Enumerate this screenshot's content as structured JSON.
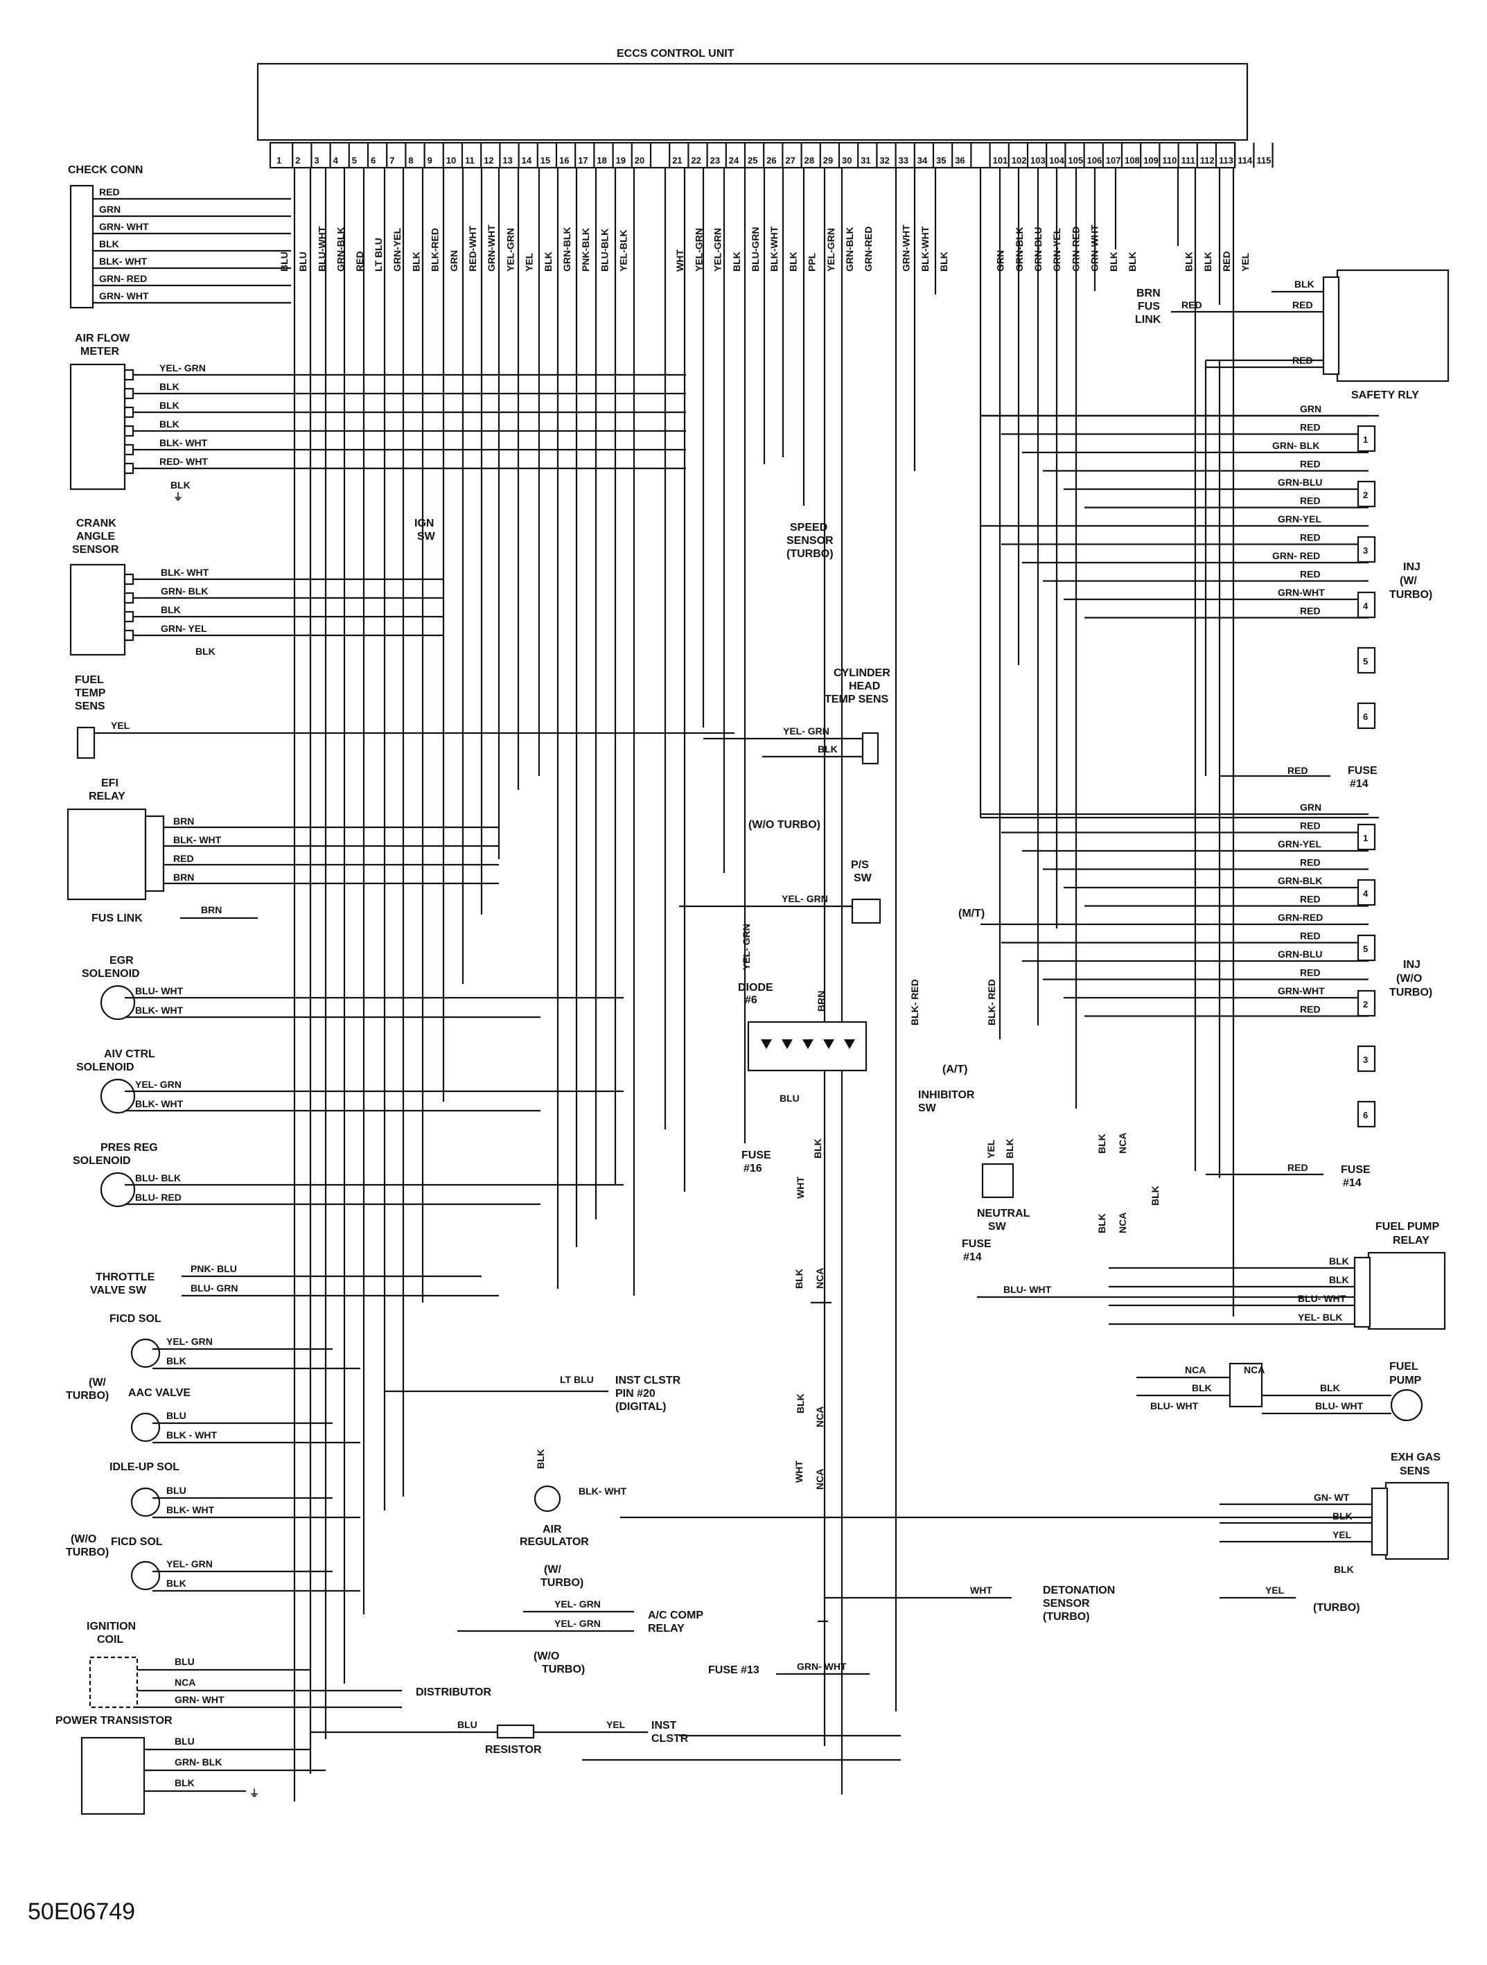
{
  "ecu": {
    "title": "ECCS CONTROL UNIT",
    "pins": [
      "1",
      "2",
      "3",
      "4",
      "5",
      "6",
      "7",
      "8",
      "9",
      "10",
      "11",
      "12",
      "13",
      "14",
      "15",
      "16",
      "17",
      "18",
      "19",
      "20",
      "",
      "21",
      "22",
      "23",
      "24",
      "25",
      "26",
      "27",
      "28",
      "29",
      "30",
      "31",
      "32",
      "33",
      "34",
      "35",
      "36",
      "",
      "101",
      "102",
      "103",
      "104",
      "105",
      "106",
      "107",
      "108",
      "109",
      "110",
      "111",
      "112",
      "113",
      "114",
      "115"
    ],
    "wires": [
      "BLU",
      "BLU",
      "BLU-WHT",
      "GRN-BLK",
      "RED",
      "LT BLU",
      "GRN-YEL",
      "BLK",
      "BLK-RED",
      "GRN",
      "RED-WHT",
      "GRN-WHT",
      "YEL-GRN",
      "YEL",
      "BLK",
      "GRN-BLK",
      "PNK-BLK",
      "BLU-BLK",
      "YEL-BLK",
      "",
      "",
      "WHT",
      "YEL-GRN",
      "YEL-GRN",
      "BLK",
      "BLU-GRN",
      "BLK-WHT",
      "BLK",
      "PPL",
      "YEL-GRN",
      "GRN-BLK",
      "GRN-RED",
      "",
      "GRN-WHT",
      "BLK-WHT",
      "BLK",
      "",
      "",
      "GRN",
      "GRN-BLK",
      "GRN-BLU",
      "GRN-YEL",
      "GRN-RED",
      "GRN-WHT",
      "BLK",
      "BLK",
      "",
      "",
      "BLK",
      "BLK",
      "RED",
      "YEL",
      ""
    ]
  },
  "left": {
    "check_conn": {
      "title": "CHECK CONN",
      "wires": [
        "RED",
        "GRN",
        "GRN- WHT",
        "BLK",
        "BLK- WHT",
        "GRN- RED",
        "GRN- WHT"
      ]
    },
    "air_flow": {
      "title1": "AIR FLOW",
      "title2": "METER",
      "wires": [
        "YEL- GRN",
        "BLK",
        "BLK",
        "BLK",
        "BLK- WHT",
        "RED- WHT",
        "BLK"
      ]
    },
    "crank": {
      "title1": "CRANK",
      "title2": "ANGLE",
      "title3": "SENSOR",
      "wires": [
        "BLK- WHT",
        "GRN- BLK",
        "BLK",
        "GRN- YEL",
        "BLK"
      ]
    },
    "fuel_temp": {
      "title1": "FUEL",
      "title2": "TEMP",
      "title3": "SENS",
      "wire": "YEL"
    },
    "efi_relay": {
      "title1": "EFI",
      "title2": "RELAY",
      "wires": [
        "BRN",
        "BLK- WHT",
        "RED",
        "BRN"
      ],
      "fus_link": "FUS LINK",
      "fus_wire": "BRN"
    },
    "egr": {
      "title1": "EGR",
      "title2": "SOLENOID",
      "wires": [
        "BLU- WHT",
        "BLK- WHT"
      ]
    },
    "aiv": {
      "title1": "AIV CTRL",
      "title2": "SOLENOID",
      "wires": [
        "YEL- GRN",
        "BLK- WHT"
      ]
    },
    "pres_reg": {
      "title1": "PRES REG",
      "title2": "SOLENOID",
      "wires": [
        "BLU- BLK",
        "BLU- RED"
      ]
    },
    "throttle": {
      "title1": "THROTTLE",
      "title2": "VALVE SW",
      "wires": [
        "PNK- BLU",
        "BLU- GRN"
      ]
    },
    "ficd_sol": {
      "title": "FICD SOL",
      "wires": [
        "YEL- GRN",
        "BLK"
      ]
    },
    "turbo_tag": {
      "l1": "(W/",
      "l2": "TURBO)"
    },
    "aac": {
      "title": "AAC VALVE",
      "wires": [
        "BLU",
        "BLK - WHT"
      ]
    },
    "idle_up": {
      "title": "IDLE-UP SOL",
      "wires": [
        "BLU",
        "BLK- WHT"
      ]
    },
    "wo_turbo_tag": {
      "l1": "(W/O",
      "l2": "TURBO)"
    },
    "ficd_sol2": {
      "title": "FICD SOL",
      "wires": [
        "YEL- GRN",
        "BLK"
      ]
    },
    "ign_coil": {
      "title1": "IGNITION",
      "title2": "COIL",
      "wires": [
        "BLU",
        "NCA",
        "GRN- WHT"
      ]
    },
    "power_tr": {
      "title": "POWER TRANSISTOR",
      "wires": [
        "BLU",
        "GRN- BLK",
        "BLK"
      ]
    }
  },
  "center": {
    "ign_sw": {
      "l1": "IGN",
      "l2": "SW"
    },
    "speed_sensor": {
      "l1": "SPEED",
      "l2": "SENSOR",
      "l3": "(TURBO)"
    },
    "cyl_head": {
      "l1": "CYLINDER",
      "l2": "HEAD",
      "l3": "TEMP SENS",
      "wires": [
        "YEL- GRN",
        "BLK"
      ]
    },
    "wo_turbo": "(W/O TURBO)",
    "ps_sw": {
      "l1": "P/S",
      "l2": "SW",
      "wire": "YEL- GRN"
    },
    "diode": {
      "l1": "DIODE",
      "l2": "#6",
      "wires": [
        "YEL- GRN",
        "BRN",
        "BLU"
      ]
    },
    "fuse16": {
      "l1": "FUSE",
      "l2": "#16"
    },
    "mt": "(M/T)",
    "at": "(A/T)",
    "inhibitor": {
      "l1": "INHIBITOR",
      "l2": "SW",
      "wires": [
        "BLK- RED",
        "BLK- RED"
      ]
    },
    "neutral": {
      "l1": "NEUTRAL",
      "l2": "SW",
      "wires": [
        "YEL",
        "BLK"
      ]
    },
    "harness": [
      "BLK",
      "WHT",
      "BLK",
      "NCA",
      "BLK",
      "NCA",
      "WHT",
      "NCA"
    ],
    "inst_clstr": {
      "wire": "LT BLU",
      "l1": "INST CLSTR",
      "l2": "PIN #20",
      "l3": "(DIGITAL)"
    },
    "air_reg": {
      "l1": "AIR",
      "l2": "REGULATOR",
      "wire": "BLK- WHT",
      "wire2": "BLK"
    },
    "ac_relay": {
      "w_turbo1": "(W/",
      "w_turbo2": "TURBO)",
      "wires": [
        "YEL- GRN",
        "YEL- GRN"
      ],
      "l1": "A/C COMP",
      "l2": "RELAY",
      "wo1": "(W/O",
      "wo2": "TURBO)"
    },
    "detonation": {
      "wire": "WHT",
      "l1": "DETONATION",
      "l2": "SENSOR",
      "l3": "(TURBO)"
    },
    "fuse13": {
      "label": "FUSE #13",
      "wire": "GRN- WHT"
    },
    "distributor": "DISTRIBUTOR",
    "resistor": {
      "wire1": "BLU",
      "label": "RESISTOR",
      "wire2": "YEL",
      "l1": "INST",
      "l2": "CLSTR"
    }
  },
  "right": {
    "safety": {
      "title": "SAFETY RLY",
      "brn1": "BRN",
      "brn2": "FUS",
      "brn3": "LINK",
      "wires": [
        "BLK",
        "RED",
        "RED",
        "RED"
      ]
    },
    "inj_turbo": {
      "l1": "INJ",
      "l2": "(W/",
      "l3": "TURBO)",
      "wires": [
        "GRN",
        "RED",
        "GRN- BLK",
        "RED",
        "GRN-BLU",
        "RED",
        "GRN-YEL",
        "RED",
        "GRN- RED",
        "RED",
        "GRN-WHT",
        "RED"
      ],
      "nums": [
        "1",
        "2",
        "3",
        "4",
        "5",
        "6"
      ],
      "fuse_wire": "RED",
      "fuse1": "FUSE",
      "fuse2": "#14"
    },
    "inj_noturbo": {
      "l1": "INJ",
      "l2": "(W/O",
      "l3": "TURBO)",
      "wires": [
        "GRN",
        "RED",
        "GRN-YEL",
        "RED",
        "GRN-BLK",
        "RED",
        "GRN-RED",
        "RED",
        "GRN-BLU",
        "RED",
        "GRN-WHT",
        "RED"
      ],
      "nums": [
        "1",
        "4",
        "5",
        "2",
        "3",
        "6"
      ],
      "fuse_wire": "RED",
      "fuse1": "FUSE",
      "fuse2": "#14"
    },
    "fuel_pump_relay": {
      "l1": "FUEL PUMP",
      "l2": "RELAY",
      "wires": [
        "BLK",
        "BLK",
        "BLU- WHT",
        "YEL- BLK"
      ],
      "fuse1": "FUSE",
      "fuse2": "#14",
      "blu_wht": "BLU- WHT",
      "vwires": [
        "BLK",
        "NCA",
        "BLK",
        "NCA",
        "BLK"
      ]
    },
    "fuel_pump": {
      "l1": "FUEL",
      "l2": "PUMP",
      "wires": [
        "NCA",
        "BLK",
        "BLU- WHT",
        "BLK",
        "BLU- WHT",
        "NCA"
      ]
    },
    "exh_gas": {
      "l1": "EXH GAS",
      "l2": "SENS",
      "wires": [
        "GN- WT",
        "BLK",
        "YEL"
      ],
      "yel": "YEL",
      "turbo": "(TURBO)",
      "blk": "BLK"
    }
  },
  "footer": {
    "code": "50E06749"
  }
}
